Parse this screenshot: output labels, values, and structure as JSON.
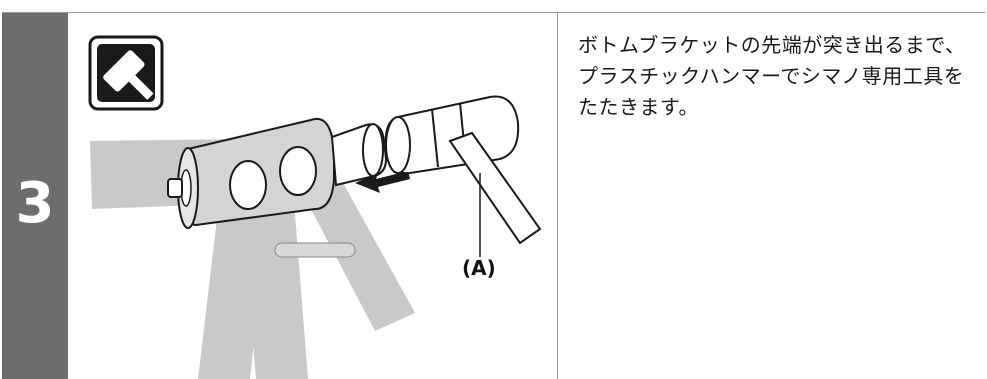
{
  "step": {
    "number": "3"
  },
  "illustration": {
    "tool_icon": "mallet-icon",
    "callout_label": "(A)",
    "arrow": "arrow-left-icon"
  },
  "instruction": {
    "text": "ボトムブラケットの先端が突き出るまで、プラスチックハンマーでシマノ専用工具をたたきます。"
  },
  "colors": {
    "step_bar": "#6d6d6d",
    "part_gray": "#c8c8c8",
    "outline": "#1a1a1a"
  }
}
